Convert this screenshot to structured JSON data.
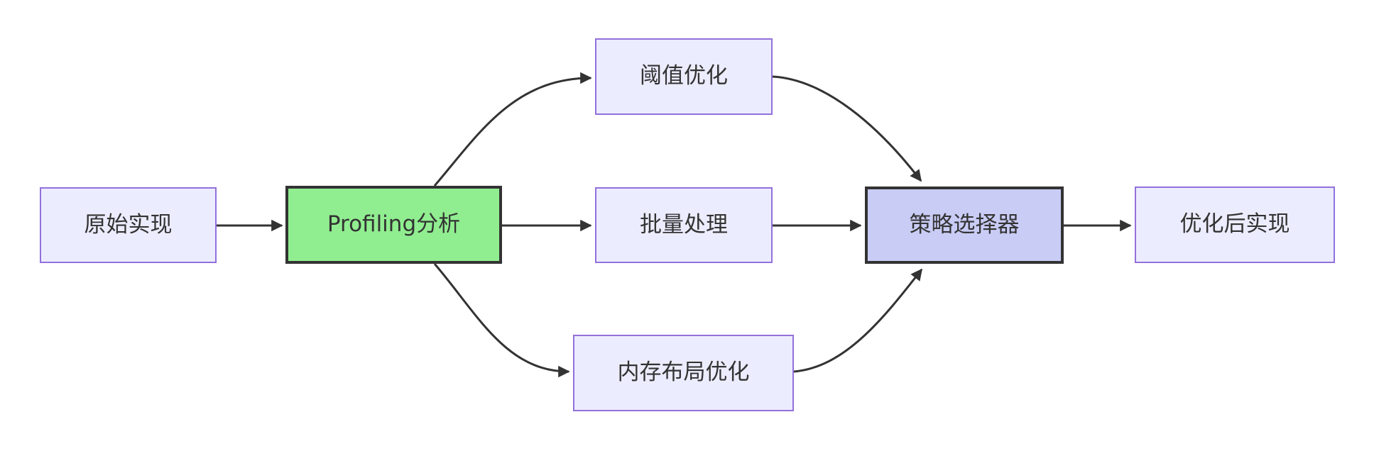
{
  "diagram": {
    "type": "flowchart",
    "direction": "left-to-right",
    "nodes": {
      "original": {
        "label": "原始实现",
        "style": "default"
      },
      "profiling": {
        "label": "Profiling分析",
        "style": "green-highlight"
      },
      "threshold": {
        "label": "阈值优化",
        "style": "default"
      },
      "batch": {
        "label": "批量处理",
        "style": "default"
      },
      "memory": {
        "label": "内存布局优化",
        "style": "default"
      },
      "selector": {
        "label": "策略选择器",
        "style": "purple-highlight"
      },
      "optimized": {
        "label": "优化后实现",
        "style": "default"
      }
    },
    "edges": [
      {
        "from": "原始实现",
        "to": "Profiling分析",
        "arrow": true
      },
      {
        "from": "Profiling分析",
        "to": "阈值优化",
        "arrow": true
      },
      {
        "from": "Profiling分析",
        "to": "批量处理",
        "arrow": true
      },
      {
        "from": "Profiling分析",
        "to": "内存布局优化",
        "arrow": true
      },
      {
        "from": "阈值优化",
        "to": "策略选择器",
        "arrow": true
      },
      {
        "from": "批量处理",
        "to": "策略选择器",
        "arrow": true
      },
      {
        "from": "内存布局优化",
        "to": "策略选择器",
        "arrow": true
      },
      {
        "from": "策略选择器",
        "to": "优化后实现",
        "arrow": true
      }
    ],
    "colors": {
      "default_node_fill": "#ececff",
      "default_node_border": "#9370db",
      "green_node_fill": "#90ee90",
      "purple_node_fill": "#c9ccf5",
      "strong_border": "#333333",
      "edge_stroke": "#333333",
      "text": "#333333",
      "background": "#ffffff"
    }
  }
}
